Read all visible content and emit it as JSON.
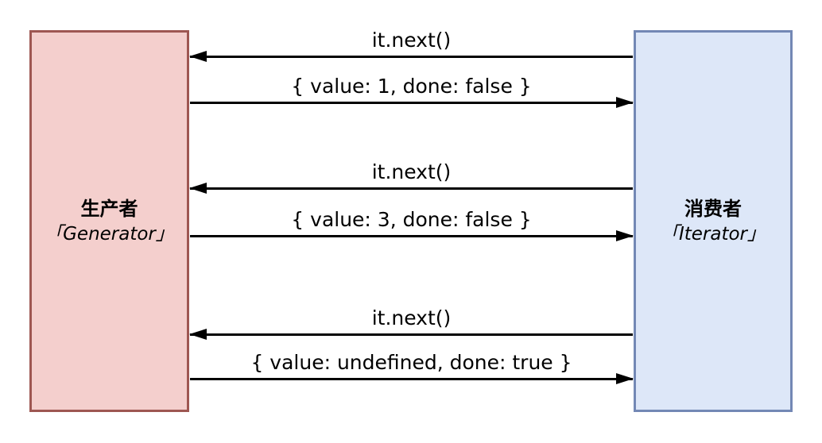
{
  "diagram": {
    "type": "sequence-diagram",
    "background_color": "#ffffff",
    "arrow_color": "#000000",
    "producer": {
      "title": "生产者",
      "subtitle": "「Generator」",
      "fill_color": "#f4cfcd",
      "stroke_color": "#9e5752"
    },
    "consumer": {
      "title": "消费者",
      "subtitle": "「Iterator」",
      "fill_color": "#dde7f8",
      "stroke_color": "#7388b5"
    },
    "messages": [
      {
        "label": "it.next()",
        "direction": "consumer-to-producer"
      },
      {
        "label": "{ value: 1, done: false }",
        "direction": "producer-to-consumer"
      },
      {
        "label": "it.next()",
        "direction": "consumer-to-producer"
      },
      {
        "label": "{ value: 3, done: false }",
        "direction": "producer-to-consumer"
      },
      {
        "label": "it.next()",
        "direction": "consumer-to-producer"
      },
      {
        "label": "{ value: undefined, done: true }",
        "direction": "producer-to-consumer"
      }
    ]
  }
}
